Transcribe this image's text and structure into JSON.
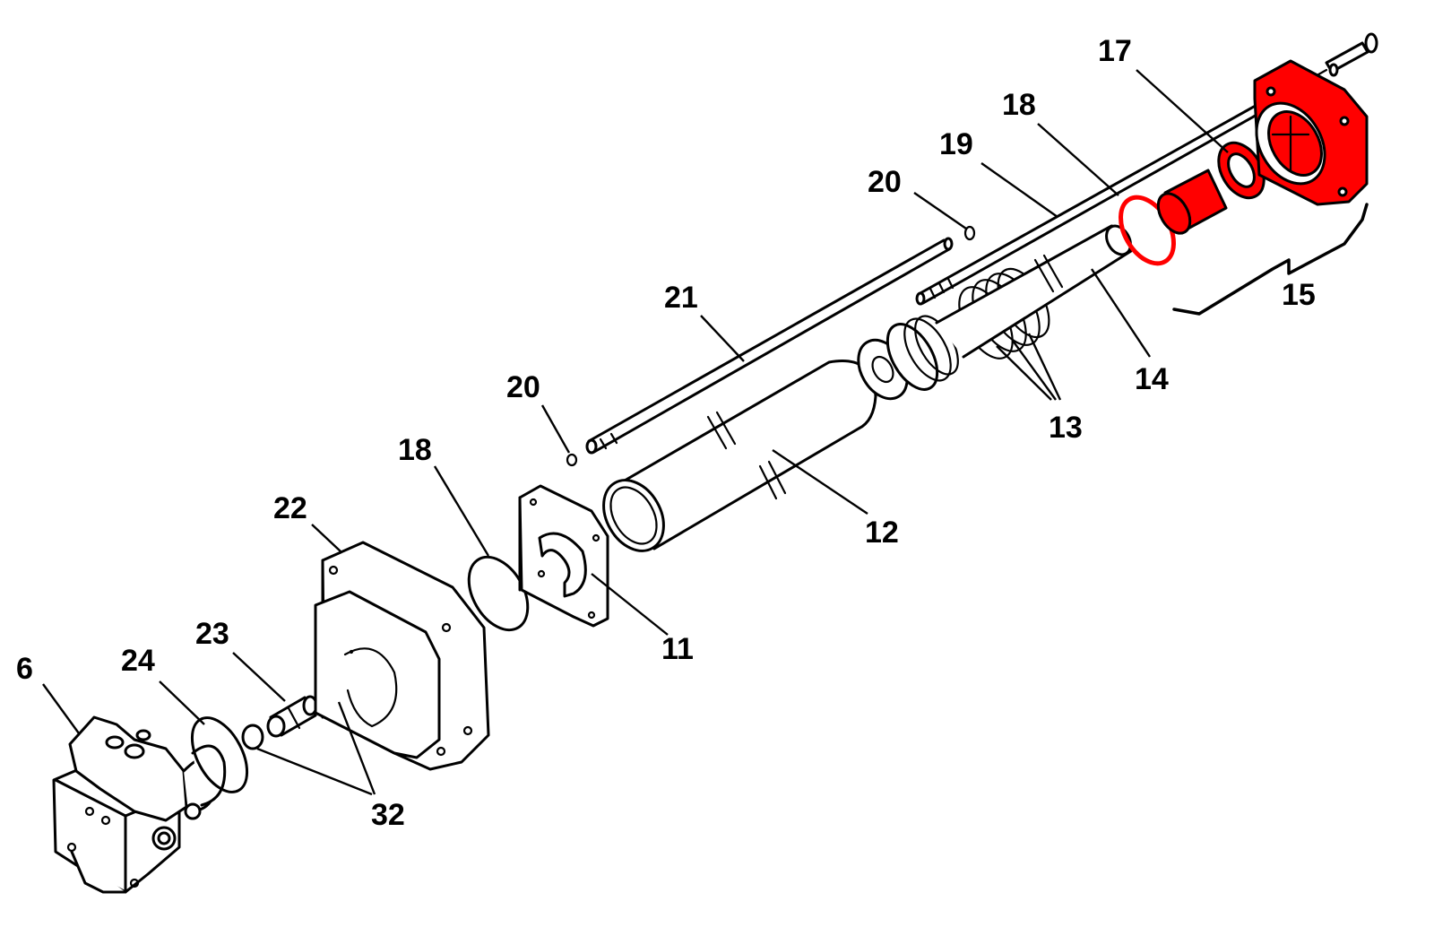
{
  "colors": {
    "highlight": "#ff0000",
    "ink": "#000000",
    "background": "#ffffff"
  },
  "callouts": {
    "c6": "6",
    "c24": "24",
    "c23": "23",
    "c32": "32",
    "c22": "22",
    "c18a": "18",
    "c20a": "20",
    "c11": "11",
    "c21": "21",
    "c12": "12",
    "c13": "13",
    "c20b": "20",
    "c19": "19",
    "c18b": "18",
    "c14": "14",
    "c17": "17",
    "c15": "15"
  }
}
